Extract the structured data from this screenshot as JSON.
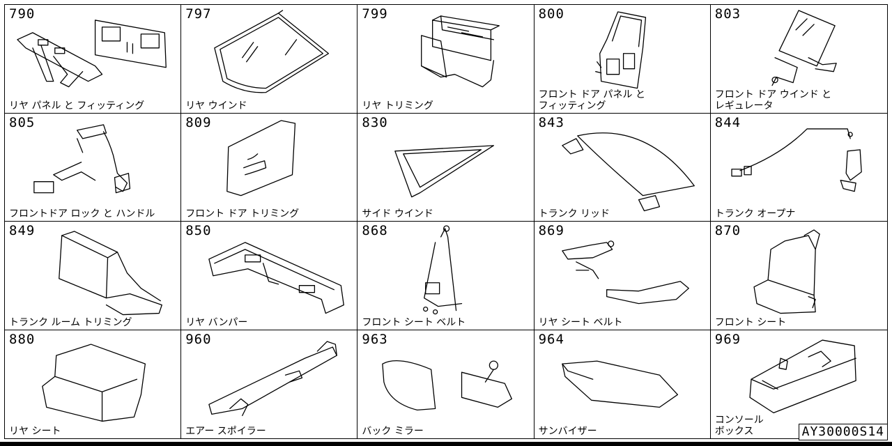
{
  "cells": [
    {
      "code": "790",
      "label": "リヤ パネル と フィッティング",
      "icon": "rear-panel-icon"
    },
    {
      "code": "797",
      "label": "リヤ ウインド",
      "icon": "rear-window-icon"
    },
    {
      "code": "799",
      "label": "リヤ トリミング",
      "icon": "rear-trim-icon"
    },
    {
      "code": "800",
      "label": "フロント ドア パネル と\n  フィッティング",
      "icon": "front-door-panel-icon"
    },
    {
      "code": "803",
      "label": "フロント ドア ウインド と\n  レギュレータ",
      "icon": "door-window-regulator-icon"
    },
    {
      "code": "805",
      "label": "フロントドア ロック と ハンドル",
      "icon": "door-lock-handle-icon"
    },
    {
      "code": "809",
      "label": "フロント ドア トリミング",
      "icon": "door-trim-icon"
    },
    {
      "code": "830",
      "label": "サイド ウインド",
      "icon": "side-window-icon"
    },
    {
      "code": "843",
      "label": "トランク リッド",
      "icon": "trunk-lid-icon"
    },
    {
      "code": "844",
      "label": "トランク オープナ",
      "icon": "trunk-opener-icon"
    },
    {
      "code": "849",
      "label": "トランク ルーム トリミング",
      "icon": "trunk-room-trim-icon"
    },
    {
      "code": "850",
      "label": "リヤ バンパー",
      "icon": "rear-bumper-icon"
    },
    {
      "code": "868",
      "label": "フロント シート ベルト",
      "icon": "front-seat-belt-icon"
    },
    {
      "code": "869",
      "label": "リヤ シート ベルト",
      "icon": "rear-seat-belt-icon"
    },
    {
      "code": "870",
      "label": "フロント シート",
      "icon": "front-seat-icon"
    },
    {
      "code": "880",
      "label": "リヤ シート",
      "icon": "rear-seat-icon"
    },
    {
      "code": "960",
      "label": "エアー スポイラー",
      "icon": "air-spoiler-icon"
    },
    {
      "code": "963",
      "label": "バック ミラー",
      "icon": "mirror-icon"
    },
    {
      "code": "964",
      "label": "サンバイザー",
      "icon": "sun-visor-icon"
    },
    {
      "code": "969",
      "label": "コンソール\nボックス",
      "icon": "console-box-icon"
    }
  ],
  "catalog_code": "AY30000S14"
}
